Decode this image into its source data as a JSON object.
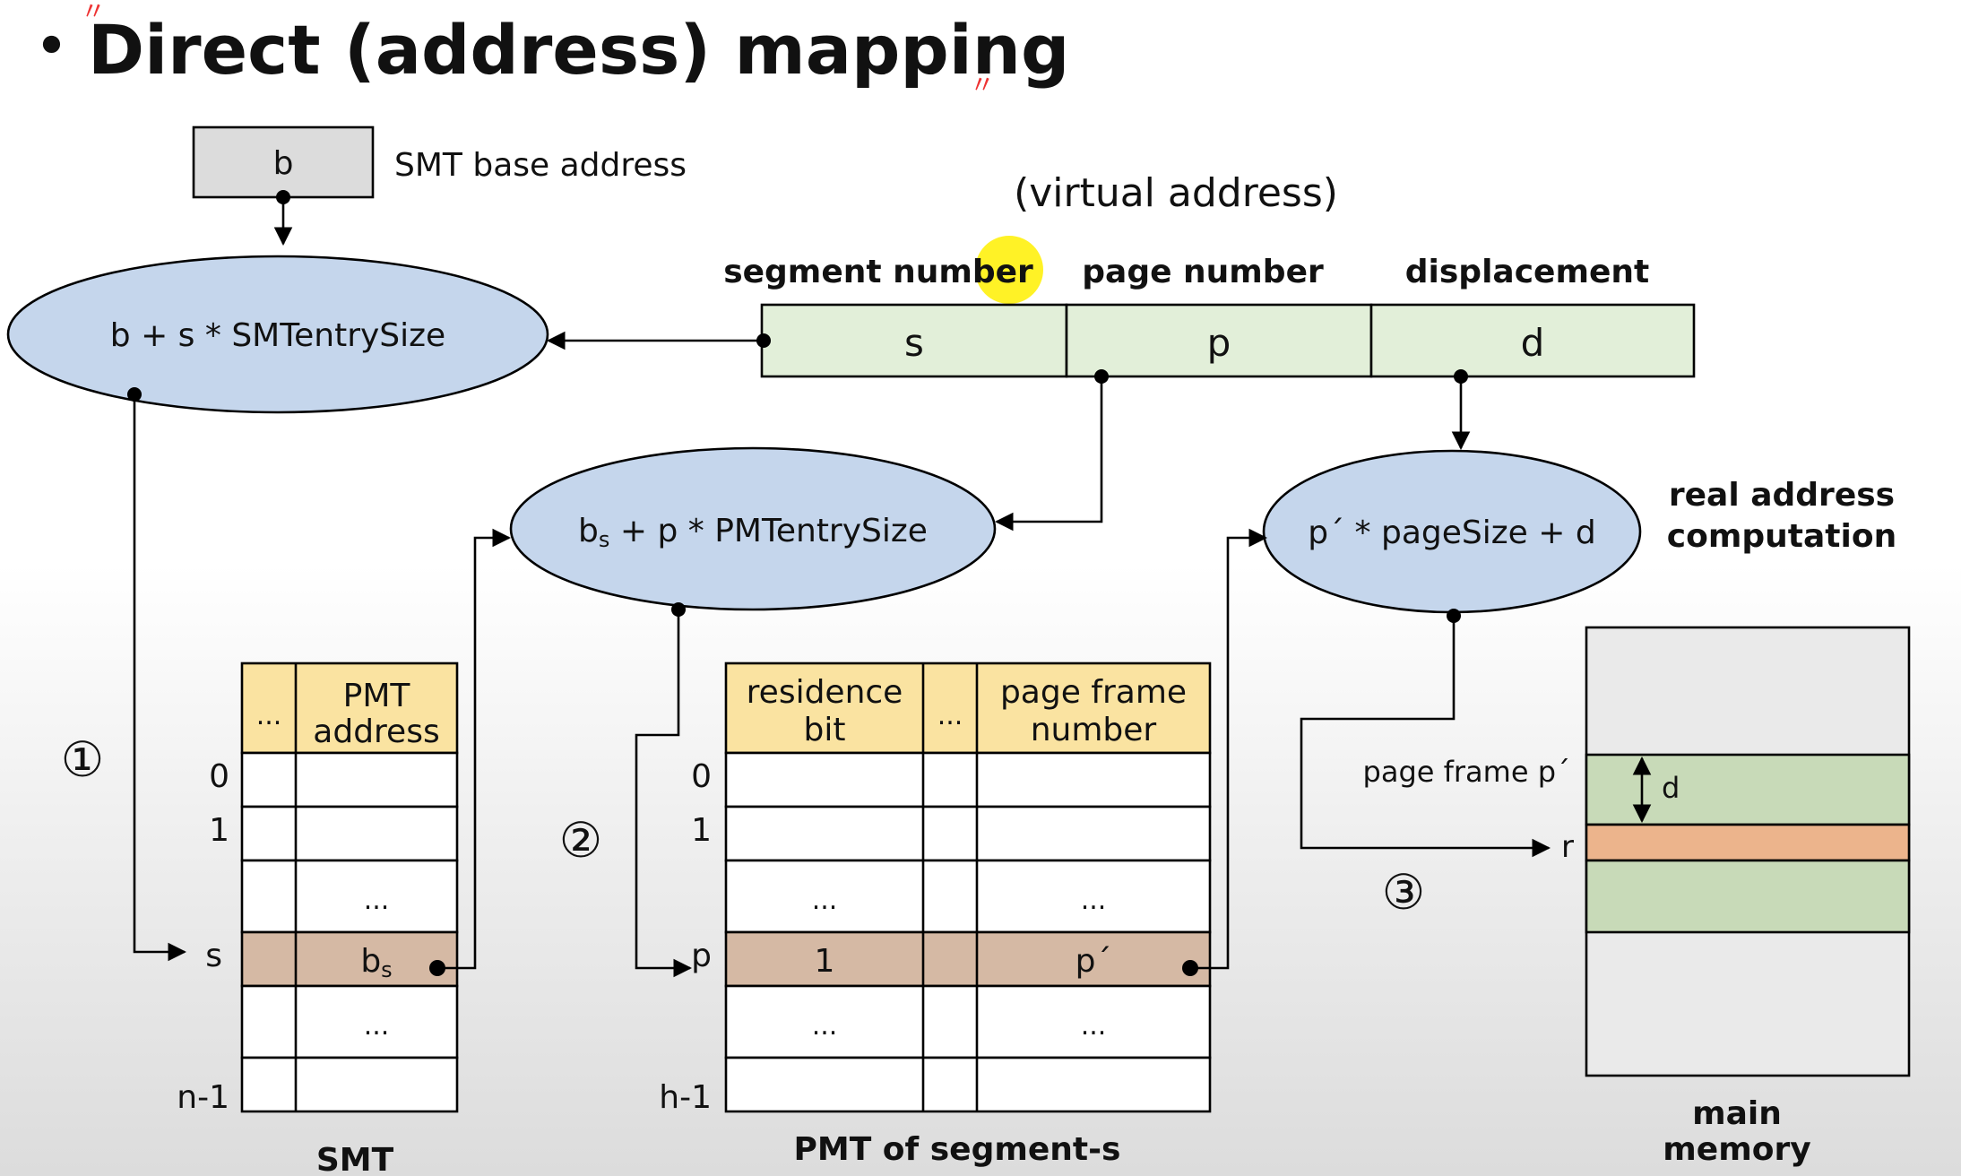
{
  "slide": {
    "bullet": "•",
    "title": "Direct (address) mapping"
  },
  "base_register": {
    "value": "b",
    "label": "SMT base address"
  },
  "virtual_address": {
    "caption": "(virtual address)",
    "fields": [
      {
        "header": "segment number",
        "value": "s"
      },
      {
        "header": "page number",
        "value": "p"
      },
      {
        "header": "displacement",
        "value": "d"
      }
    ]
  },
  "computations": {
    "smt_entry": "b + s * SMTentrySize",
    "pmt_entry_base": "b",
    "pmt_entry_sub": "s",
    "pmt_entry_rest": " + p * PMTentrySize",
    "real_address": "p´ * pageSize + d",
    "real_label_line1": "real address",
    "real_label_line2": "computation"
  },
  "steps": [
    "①",
    "②",
    "③"
  ],
  "smt": {
    "caption": "SMT",
    "header_ellipsis": "...",
    "header_col_line1": "PMT",
    "header_col_line2": "address",
    "rows": [
      "0",
      "1",
      "",
      "s",
      "",
      "n-1"
    ],
    "ellipsis": "...",
    "entry_base": "b",
    "entry_sub": "s"
  },
  "pmt": {
    "caption": "PMT of segment-s",
    "header_col1_line1": "residence",
    "header_col1_line2": "bit",
    "header_ellipsis": "...",
    "header_col3_line1": "page frame",
    "header_col3_line2": "number",
    "rows": [
      "0",
      "1",
      "",
      "p",
      "",
      "h-1"
    ],
    "ellipsis": "...",
    "entry_bit": "1",
    "entry_frame": "p´"
  },
  "memory": {
    "caption_line1": "main",
    "caption_line2": "memory",
    "frame_label": "page frame p´",
    "d_label": "d",
    "r_label": "r"
  },
  "colors": {
    "register_fill": "#dcdcdc",
    "ellipse_fill": "#c5d6ec",
    "va_fill": "#e2efd9",
    "header_fill": "#fae3a1",
    "highlight_fill": "#d5b9a4",
    "frame_fill": "#c8dab8",
    "target_fill": "#ecb48c",
    "memory_fill": "#eaeaea",
    "cursor": "#fff000"
  }
}
